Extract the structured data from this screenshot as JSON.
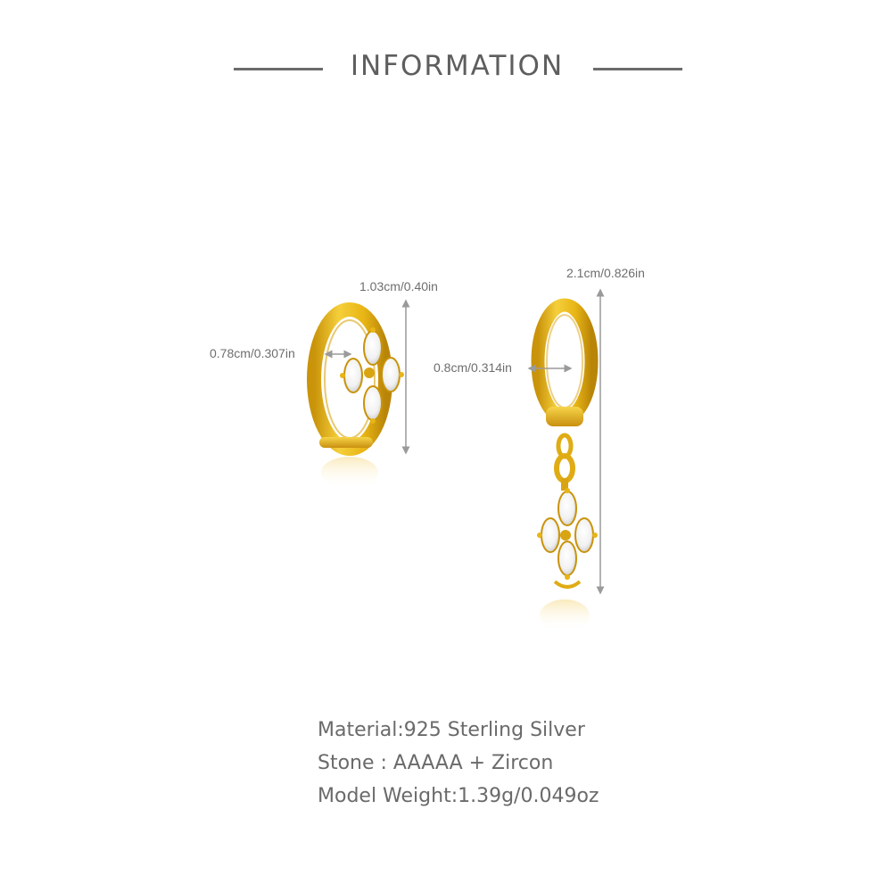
{
  "header": {
    "title": "INFORMATION"
  },
  "earring_left": {
    "height_label": "1.03cm/0.40in",
    "inner_label": "0.78cm/0.307in"
  },
  "earring_right": {
    "height_label": "2.1cm/0.826in",
    "inner_label": "0.8cm/0.314in"
  },
  "specs": {
    "material": "Material:925 Sterling Silver",
    "stone": "Stone : AAAAA + Zircon",
    "weight": "Model Weight:1.39g/0.049oz"
  },
  "colors": {
    "gold": "#e8b515",
    "gold_dark": "#c9930a",
    "text": "#6a6a6a",
    "dimension_line": "#9a9a9a"
  }
}
